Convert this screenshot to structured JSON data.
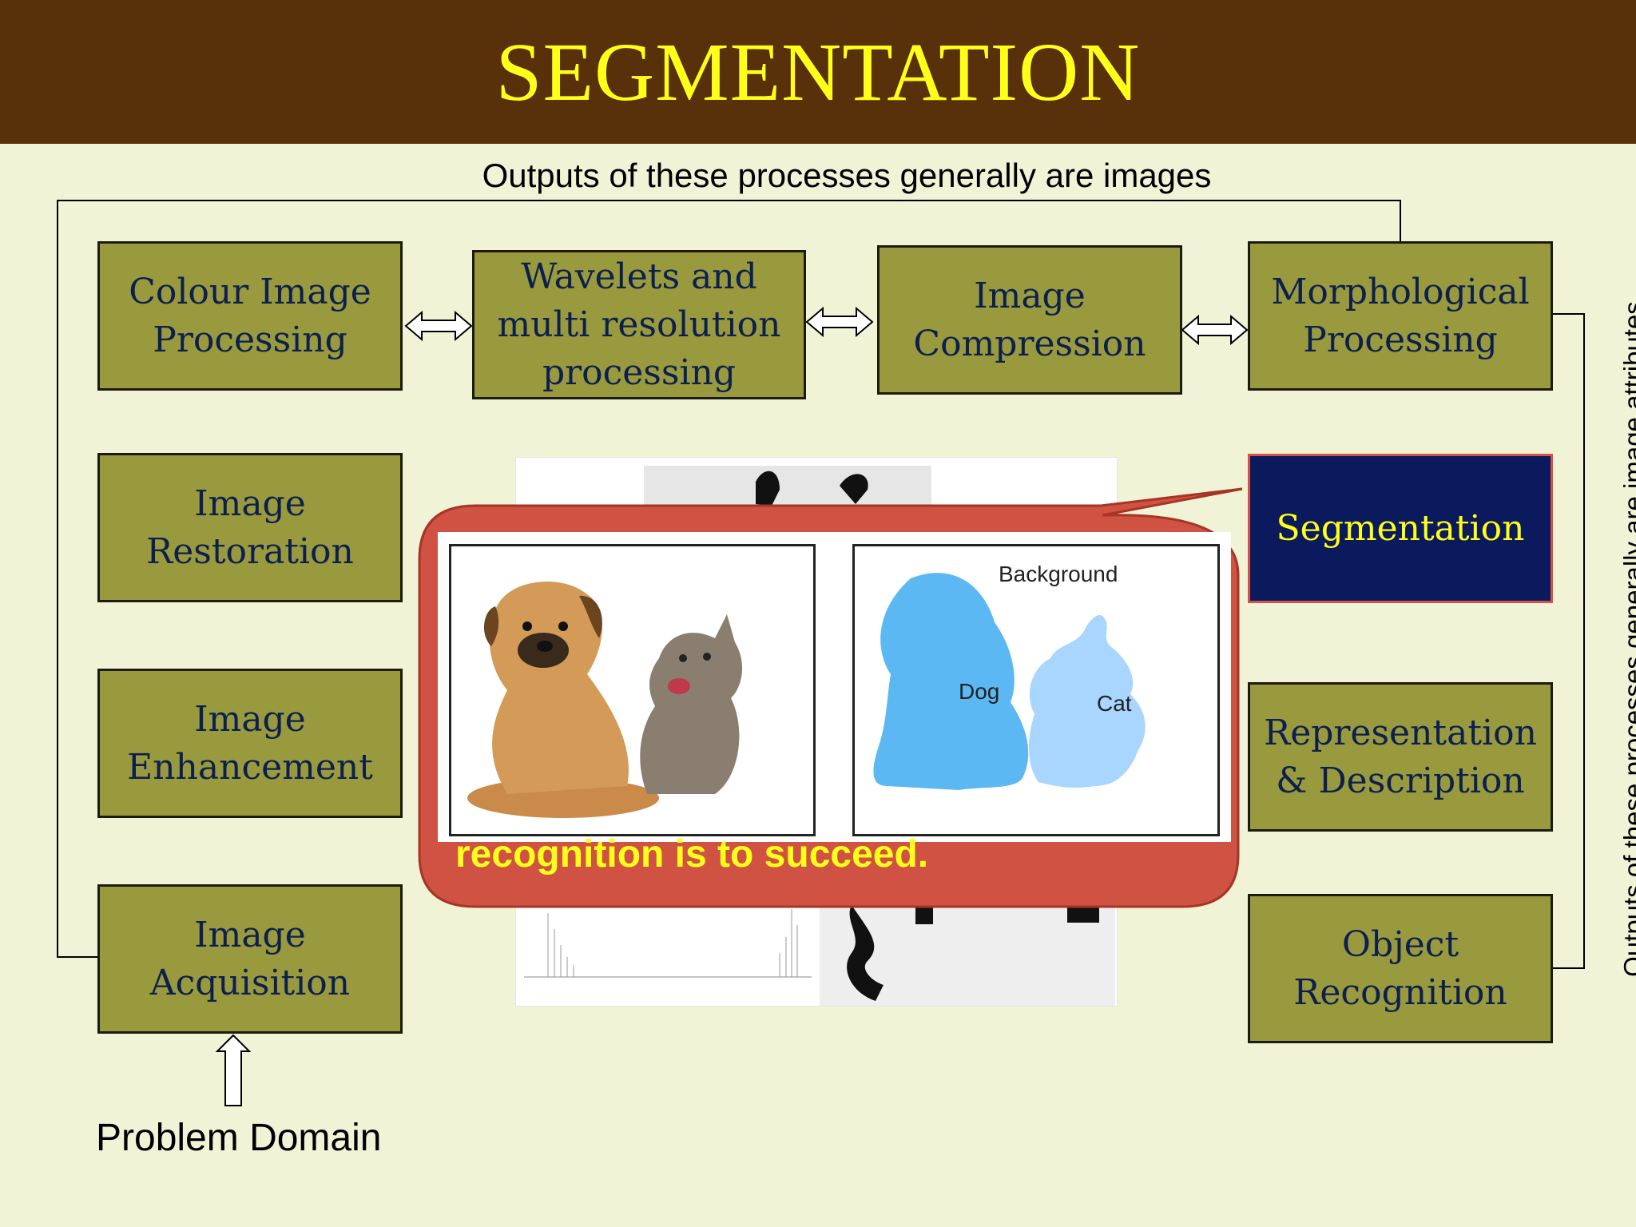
{
  "header": {
    "title": "SEGMENTATION"
  },
  "captions": {
    "top": "Outputs of these processes generally are images",
    "side": "Outputs of these processes generally are image attributes",
    "problem_domain": "Problem Domain"
  },
  "boxes": {
    "colour": "Colour Image Processing",
    "wavelets": "Wavelets and multi resolution processing",
    "compression": "Image Compression",
    "morphological": "Morphological Processing",
    "restoration": "Image Restoration",
    "segmentation": "Segmentation",
    "enhancement": "Image Enhancement",
    "representation": "Representation & Description",
    "acquisition": "Image Acquisition",
    "recognition": "Object Recognition"
  },
  "callout": {
    "text": "recognition is to succeed.",
    "labels": {
      "background": "Background",
      "dog": "Dog",
      "cat": "Cat"
    }
  },
  "colors": {
    "header_bg": "#58300a",
    "title": "#ffff1a",
    "slide_bg": "#f1f3d6",
    "box_fill": "#989a3d",
    "box_text": "#0d1f4f",
    "active_fill": "#0b1a5c",
    "callout_fill": "#cf5242",
    "segment_blue": "#5cb8f3",
    "segment_light": "#a8d6ff"
  }
}
